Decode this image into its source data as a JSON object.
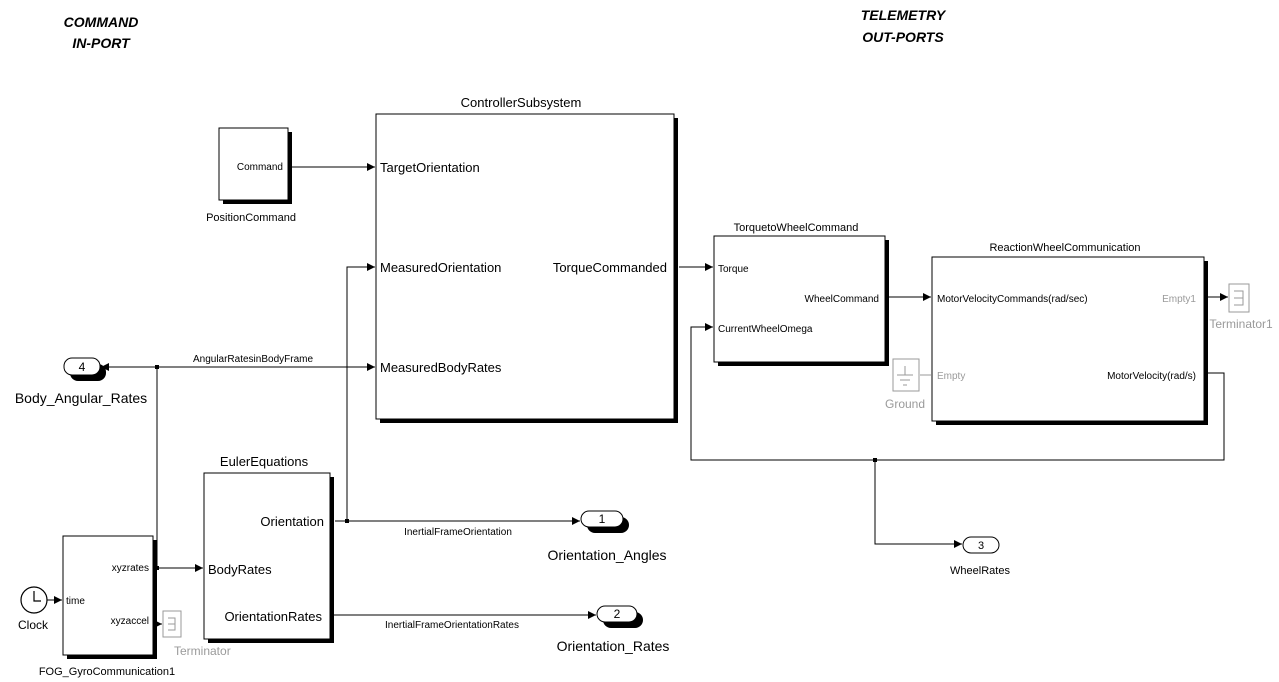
{
  "headings": {
    "command_line1": "COMMAND",
    "command_line2": "IN-PORT",
    "telemetry_line1": "TELEMETRY",
    "telemetry_line2": "OUT-PORTS"
  },
  "blocks": {
    "position_command": {
      "name": "PositionCommand",
      "out_port": "Command"
    },
    "controller": {
      "name": "ControllerSubsystem",
      "in_target": "TargetOrientation",
      "in_measured_orientation": "MeasuredOrientation",
      "in_measured_rates": "MeasuredBodyRates",
      "out_torque": "TorqueCommanded"
    },
    "torque_to_wheel": {
      "name": "TorquetoWheelCommand",
      "in_torque": "Torque",
      "in_omega": "CurrentWheelOmega",
      "out_command": "WheelCommand"
    },
    "reaction_wheel": {
      "name": "ReactionWheelCommunication",
      "in_motor_cmds": "MotorVelocityCommands(rad/sec)",
      "in_empty": "Empty",
      "out_empty1": "Empty1",
      "out_motor_velocity": "MotorVelocity(rad/s)"
    },
    "euler": {
      "name": "EulerEquations",
      "in_body_rates": "BodyRates",
      "out_orientation": "Orientation",
      "out_orientation_rates": "OrientationRates"
    },
    "fog": {
      "name": "FOG_GyroCommunication1",
      "in_time": "time",
      "out_xyzrates": "xyzrates",
      "out_xyzaccel": "xyzaccel"
    },
    "clock": {
      "name": "Clock"
    },
    "ground": {
      "name": "Ground"
    },
    "terminator": {
      "name": "Terminator"
    },
    "terminator1": {
      "name": "Terminator1"
    }
  },
  "outports": [
    {
      "number": "1",
      "name": "Orientation_Angles"
    },
    {
      "number": "2",
      "name": "Orientation_Rates"
    },
    {
      "number": "3",
      "name": "WheelRates"
    },
    {
      "number": "4",
      "name": "Body_Angular_Rates"
    }
  ],
  "signals": {
    "body_frame": "AngularRatesinBodyFrame",
    "inertial_orientation": "InertialFrameOrientation",
    "inertial_orientation_rates": "InertialFrameOrientationRates"
  }
}
